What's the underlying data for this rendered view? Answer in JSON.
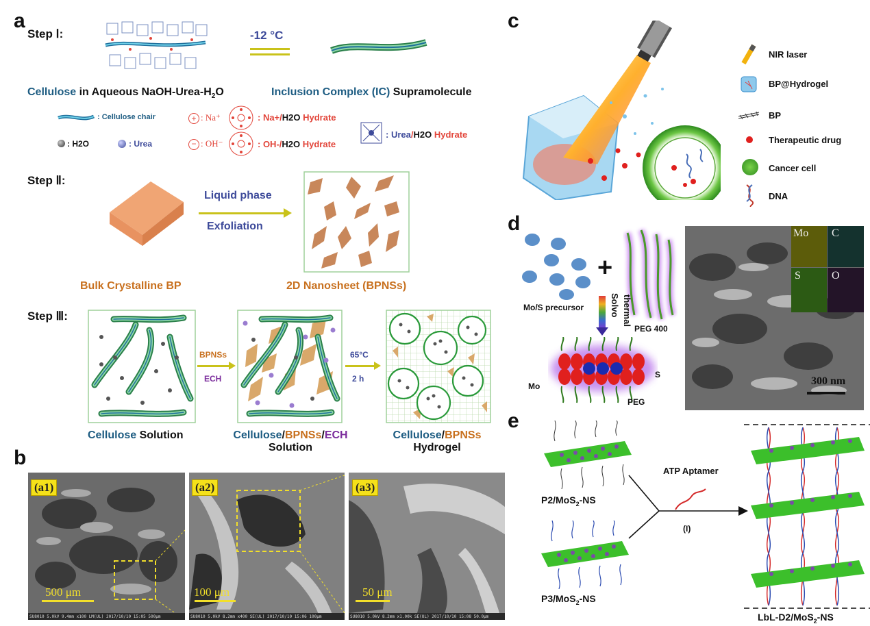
{
  "panel_a": {
    "label": "a",
    "step1_label": "Step Ⅰ:",
    "temp": "-12 °C",
    "cellulose_caption_1": "Cellulose",
    "cellulose_caption_2": " in Aqueous NaOH-Urea-H",
    "cellulose_caption_sub": "2",
    "cellulose_caption_3": "O",
    "ic_caption_1": "Inclusion Complex (IC)",
    "ic_caption_2": " Supramolecule",
    "legend": {
      "chair_label": ": Cellulose chair",
      "na_sym": "+",
      "na_label": ": Na⁺",
      "na_hydrate_1": ": Na+/",
      "na_hydrate_2": "H2O",
      "na_hydrate_3": " Hydrate",
      "urea_hydrate_1": ": ",
      "urea_hydrate_2": "Urea",
      "urea_hydrate_3": "/",
      "urea_hydrate_4": "H2O",
      "urea_hydrate_5": " Hydrate",
      "h2o_label": ": H2O",
      "urea_label": ": Urea",
      "oh_sym": "−",
      "oh_label": ": OH⁻",
      "oh_hydrate_1": ": OH-/",
      "oh_hydrate_2": "H2O",
      "oh_hydrate_3": " Hydrate"
    },
    "step2_label": "Step Ⅱ:",
    "liquid_phase": "Liquid phase",
    "exfoliation": "Exfoliation",
    "bulk_caption": "Bulk Crystalline BP",
    "nanosheet_caption": "2D Nanosheet (BPNSs)",
    "step3_label": "Step Ⅲ:",
    "bpnss": "BPNSs",
    "ech": "ECH",
    "temp2": "65°C",
    "time": "2 h",
    "cap1_a": "Cellulose",
    "cap1_b": " Solution",
    "cap2_a": "Cellulose",
    "cap2_b": "/",
    "cap2_c": "BPNSs",
    "cap2_d": "/",
    "cap2_e": "ECH",
    "cap2_f": "Solution",
    "cap3_a": "Cellulose",
    "cap3_b": "/",
    "cap3_c": "BPNSs",
    "cap3_d": "Hydrogel"
  },
  "panel_b": {
    "label": "b",
    "a1_tag": "(a1)",
    "a2_tag": "(a2)",
    "a3_tag": "(a3)",
    "a1_scale": "500 μm",
    "a2_scale": "100 μm",
    "a3_scale": "50 μm",
    "a1_info": "SU8010 5.0kV 9.4mm x100 LM(UL) 2017/10/10 15:05                500μm",
    "a2_info": "SU8010 5.0kV 8.2mm x400 SE(UL) 2017/10/10 15:06               100μm",
    "a3_info": "SU8010 5.0kV 8.2mm x1.00k SE(UL) 2017/10/10 15:08               50.0μm"
  },
  "panel_c": {
    "label": "c",
    "legend": [
      "NIR laser",
      "BP@Hydrogel",
      "BP",
      "Therapeutic drug",
      "Cancer cell",
      "DNA"
    ]
  },
  "panel_d": {
    "label": "d",
    "precursor": "Mo/S precursor",
    "plus": "+",
    "solvo": "Solvo",
    "thermal": "thermal",
    "peg400": "PEG 400",
    "mo": "Mo",
    "s": "S",
    "peg": "PEG",
    "map_mo": "Mo",
    "map_c": "C",
    "map_s": "S",
    "map_o": "O",
    "scale": "300 nm"
  },
  "panel_e": {
    "label": "e",
    "p2_a": "P2/MoS",
    "p2_sub": "2",
    "p2_b": "-NS",
    "p3_a": "P3/MoS",
    "p3_sub": "2",
    "p3_b": "-NS",
    "aptamer": "ATP Aptamer",
    "step": "(I)",
    "lbl_a": "LbL-D2/MoS",
    "lbl_sub": "2",
    "lbl_b": "-NS"
  },
  "colors": {
    "cellulose_teal": "#1d5c82",
    "bp_orange": "#c8701e",
    "ech_purple": "#7b2c9c",
    "hydrate_red": "#e2453a",
    "urea_blue": "#3d4a9a",
    "scale_yellow": "#f2df2a",
    "mos2_green": "#3cbf2b"
  }
}
